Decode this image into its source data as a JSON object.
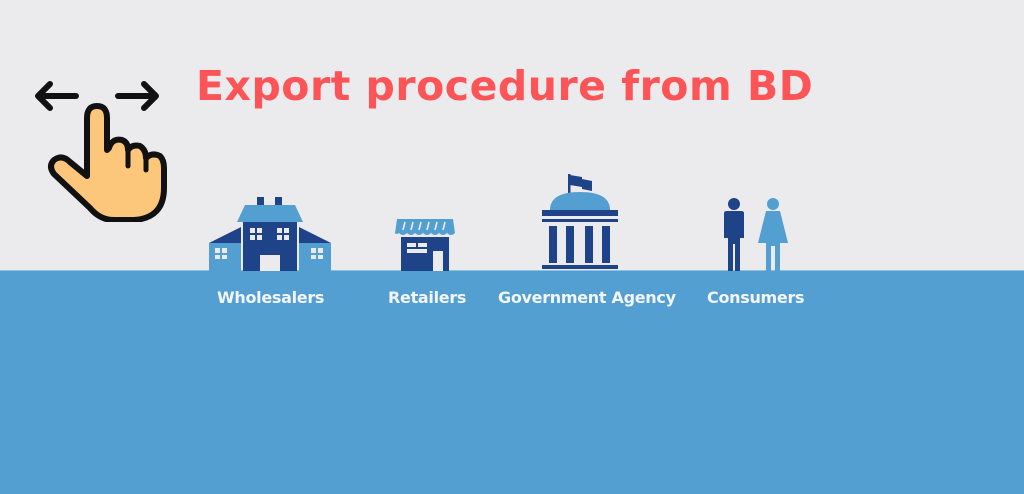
{
  "title": "Export procedure from BD",
  "gesture_icon": "swipe-horizontal-hand-icon",
  "categories": [
    {
      "label": "Wholesalers",
      "icon": "warehouse-building-icon"
    },
    {
      "label": "Retailers",
      "icon": "storefront-icon"
    },
    {
      "label": "Government Agency",
      "icon": "government-building-icon"
    },
    {
      "label": "Consumers",
      "icon": "man-woman-icon"
    }
  ],
  "colors": {
    "background": "#ebebed",
    "band": "#549fd2",
    "title": "#fd5457",
    "icon_dark": "#1e4388",
    "icon_light": "#549fd2",
    "label": "#f2f6fa",
    "hand_fill": "#fcc67b"
  }
}
